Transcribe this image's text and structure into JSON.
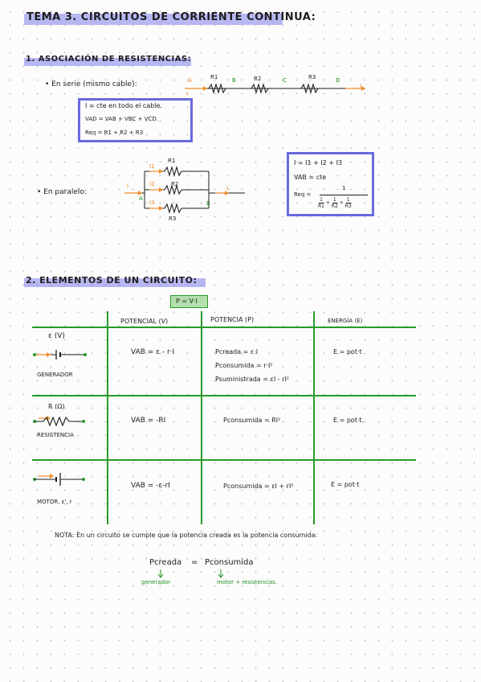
{
  "title": "TEMA 3. CIRCUITOS DE CORRIENTE CONTINUA:",
  "section1": {
    "heading": "1. ASOCIACIÓN DE RESISTENCIAS:",
    "serie": {
      "label": "En serie (mismo cable):",
      "nodes": [
        "A",
        "B",
        "C",
        "D"
      ],
      "resistors": [
        "R1",
        "R2",
        "R3"
      ],
      "current": "I",
      "box_lines": [
        "I = cte en todo el cable.",
        "VAD = VAB + VBC + VCD.",
        "Req = R1 + R2 + R3"
      ]
    },
    "paralelo": {
      "label": "En paralelo:",
      "nodes": [
        "A",
        "B"
      ],
      "resistors": [
        "R1",
        "R2",
        "R3"
      ],
      "currents": [
        "I",
        "I1",
        "I2",
        "I3",
        "I"
      ],
      "box_lines": [
        "I = I1 + I2 + I3",
        "VAB = cte"
      ],
      "req_label": "Req =",
      "req_num": "1",
      "req_den": [
        {
          "num": "1",
          "den": "R1"
        },
        {
          "num": "1",
          "den": "R2"
        },
        {
          "num": "1",
          "den": "R3"
        }
      ]
    }
  },
  "section2": {
    "heading": "2. ELEMENTOS DE UN CIRCUITO:",
    "formula_tag": "P = V·I",
    "columns": [
      "POTENCIAL (V)",
      "POTENCIA (P)",
      "ENERGÍA (E)"
    ],
    "rows": [
      {
        "symbol": "ε (V)",
        "label": "GENERADOR",
        "potencial": "VAB = ε - r·I",
        "potencia": [
          "Pcreada = ε·I",
          "Pconsumida = r·I²",
          "Psuministrada = εI - rI²"
        ],
        "energia": "E = pot·t"
      },
      {
        "symbol": "R (Ω)",
        "label": "RESISTENCIA",
        "potencial": "VAB = -RI",
        "potencia": [
          "Pconsumida = RI²"
        ],
        "energia": "E = pot·t."
      },
      {
        "symbol": "",
        "label": "MOTOR, ε', r",
        "potencial": "VAB = -ε-rI",
        "potencia": [
          "Pconsumida = εI + rI²"
        ],
        "energia": "E = pot·t"
      }
    ],
    "nota": "NOTA: En un circuito se cumple que la potencia creada es la potencia consumida:",
    "equation_left": "Pcreada",
    "equation_eq": "=",
    "equation_right": "Pconsumida",
    "annot_left": "generador",
    "annot_right": "motor + resistencias."
  },
  "colors": {
    "purple_highlight": "#7d7deb",
    "green": "#2a9a2a",
    "orange": "#ee8a25"
  }
}
